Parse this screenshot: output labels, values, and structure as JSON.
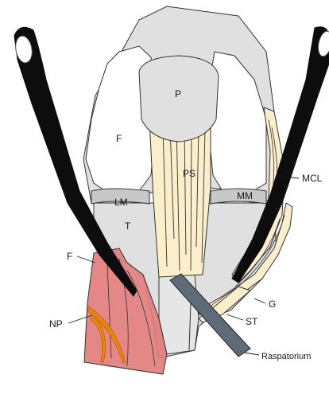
{
  "labels": {
    "P": "P",
    "F_femur": "F",
    "PS": "PS",
    "LM": "LM",
    "MM": "MM",
    "T": "T",
    "MCL": "MCL",
    "F_fat": "F",
    "NP": "NP",
    "G": "G",
    "ST": "ST",
    "Raspatorium": "Raspatorium"
  },
  "colors": {
    "bone": "#e0e0e0",
    "bone_light": "#ffffff",
    "tendon": "#fbeecb",
    "meniscus": "#c8c8c8",
    "flap": "#e07a7a",
    "nerve": "#e8850a",
    "retractor": "#0d0d0d",
    "raspatorium": "#5f6b78"
  },
  "icons": [
    "retractor-left-icon",
    "retractor-right-icon",
    "raspatorium-icon"
  ]
}
